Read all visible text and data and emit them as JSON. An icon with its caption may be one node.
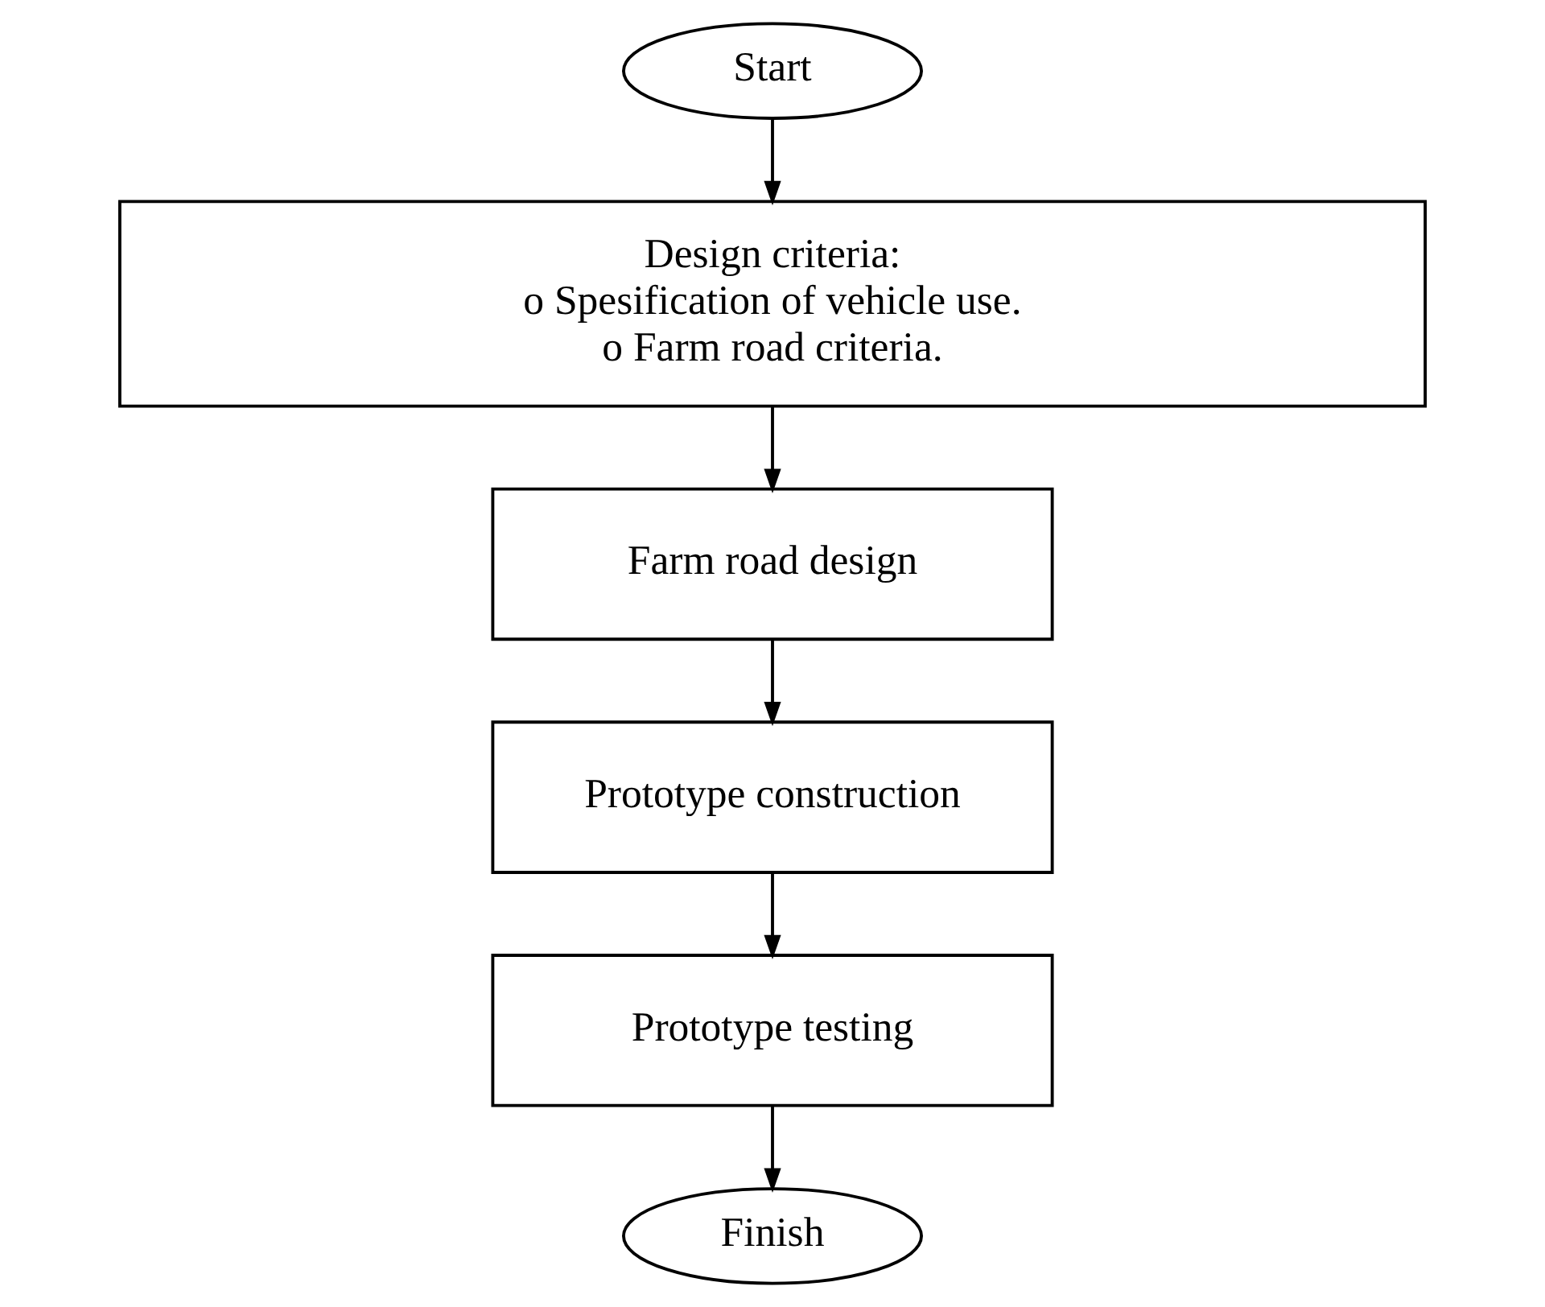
{
  "diagram": {
    "nodes": [
      {
        "text": [
          "Start"
        ]
      },
      {
        "text": [
          "Design criteria:",
          "o Spesification of vehicle use.",
          "o Farm road criteria."
        ]
      },
      {
        "text": [
          "Farm road design"
        ]
      },
      {
        "text": [
          "Prototype construction"
        ]
      },
      {
        "text": [
          "Prototype testing"
        ]
      },
      {
        "text": [
          "Finish"
        ]
      }
    ],
    "edges": [
      {
        "from": 0,
        "to": 1,
        "arrow": "to"
      },
      {
        "from": 1,
        "to": 2,
        "arrow": "to"
      },
      {
        "from": 2,
        "to": 3,
        "arrow": "to"
      },
      {
        "from": 3,
        "to": 4,
        "arrow": "to"
      },
      {
        "from": 4,
        "to": 5,
        "arrow": "to"
      }
    ]
  }
}
